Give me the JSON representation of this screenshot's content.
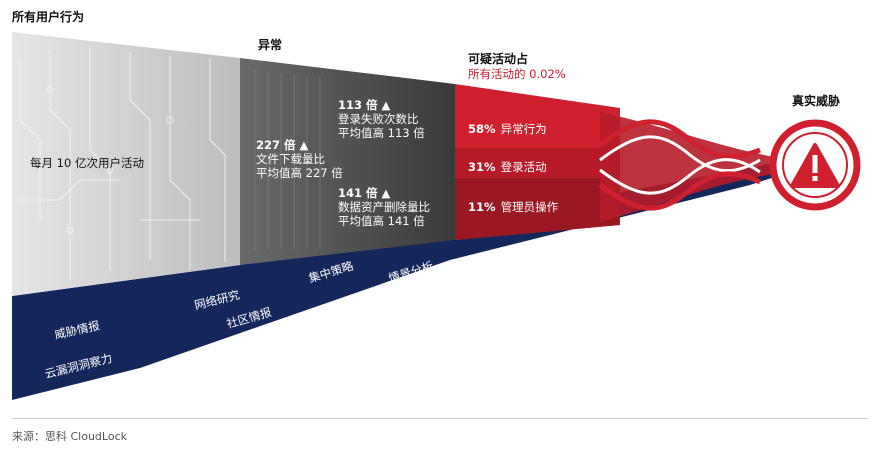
{
  "stage1": {
    "header": "所有用户行为",
    "label": "每月 10 亿次用户活动"
  },
  "stage2": {
    "header": "异常",
    "item1": {
      "title": "113 倍 ▲",
      "line1": "登录失败次数比",
      "line2": "平均值高 113 倍"
    },
    "item2": {
      "title": "227 倍 ▲",
      "line1": "文件下载量比",
      "line2": "平均值高 227 倍"
    },
    "item3": {
      "title": "141 倍 ▲",
      "line1": "数据资产删除量比",
      "line2": "平均值高 141 倍"
    }
  },
  "stage3": {
    "header": "可疑活动占",
    "sub": "所有活动的 0.02%",
    "rows": [
      {
        "pct": "58%",
        "text": "异常行为"
      },
      {
        "pct": "31%",
        "text": "登录活动"
      },
      {
        "pct": "11%",
        "text": "管理员操作"
      }
    ]
  },
  "stage4": {
    "header": "真实威胁"
  },
  "base_labels": [
    "威胁情报",
    "云漏洞洞察力",
    "网络研究",
    "社区情报",
    "集中策略",
    "情景分析"
  ],
  "source": "来源：思科 CloudLock",
  "colors": {
    "navy": "#14275a",
    "red": "#d0202e",
    "dark_red": "#9a1822",
    "mid_red": "#b51c28",
    "gray_dark": "#505050",
    "gray_light": "#d6d6d6"
  }
}
